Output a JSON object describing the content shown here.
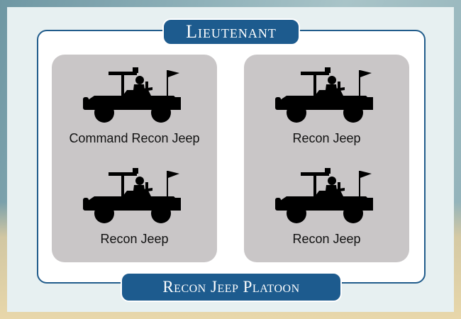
{
  "header": {
    "title": "Lieutenant"
  },
  "footer": {
    "title": "Recon Jeep Platoon"
  },
  "left_card": {
    "units": [
      {
        "label": "Command Recon Jeep",
        "icon": "jeep-icon"
      },
      {
        "label": "Recon Jeep",
        "icon": "jeep-icon"
      }
    ]
  },
  "right_card": {
    "units": [
      {
        "label": "Recon Jeep",
        "icon": "jeep-icon"
      },
      {
        "label": "Recon Jeep",
        "icon": "jeep-icon"
      }
    ]
  },
  "colors": {
    "banner": "#1d5b8e",
    "frame_border": "#215c8b",
    "card": "#c9c6c7",
    "silhouette": "#000000"
  }
}
